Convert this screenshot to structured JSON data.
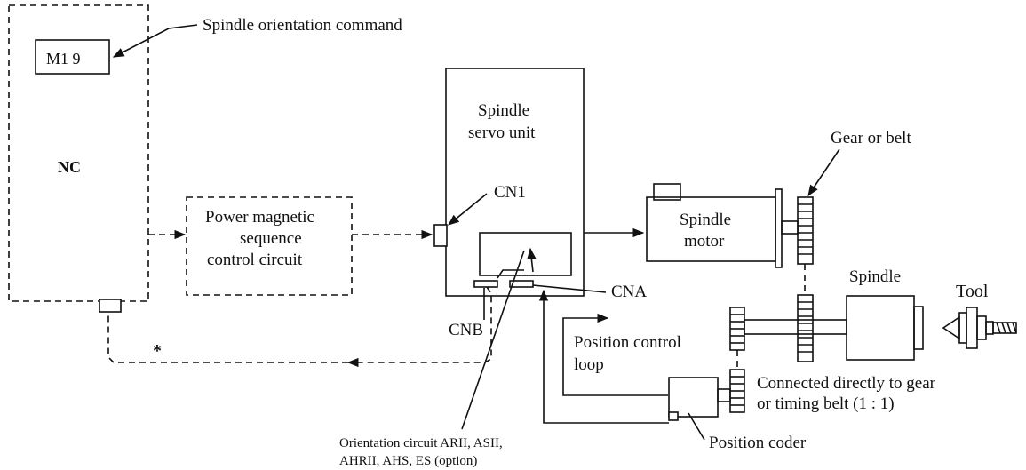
{
  "labels": {
    "spindle_orientation_command": "Spindle orientation command",
    "m19": "M1 9",
    "nc": "NC",
    "power_magnetic": {
      "line1": "Power magnetic",
      "line2": "sequence",
      "line3": "control circuit"
    },
    "spindle_servo_unit": {
      "line1": "Spindle",
      "line2": "servo unit"
    },
    "cn1": "CN1",
    "cna": "CNA",
    "cnb": "CNB",
    "spindle_motor": {
      "line1": "Spindle",
      "line2": "motor"
    },
    "gear_or_belt": "Gear or belt",
    "spindle": "Spindle",
    "tool": "Tool",
    "position_control_loop": {
      "line1": "Position control",
      "line2": "loop"
    },
    "connected_directly": {
      "line1": "Connected directly to gear",
      "line2": "or timing belt (1 : 1)"
    },
    "position_coder": "Position coder",
    "orientation_circuit": {
      "line1": "Orientation circuit ARII, ASII,",
      "line2": "AHRII, AHS, ES (option)"
    },
    "asterisk": "*"
  }
}
